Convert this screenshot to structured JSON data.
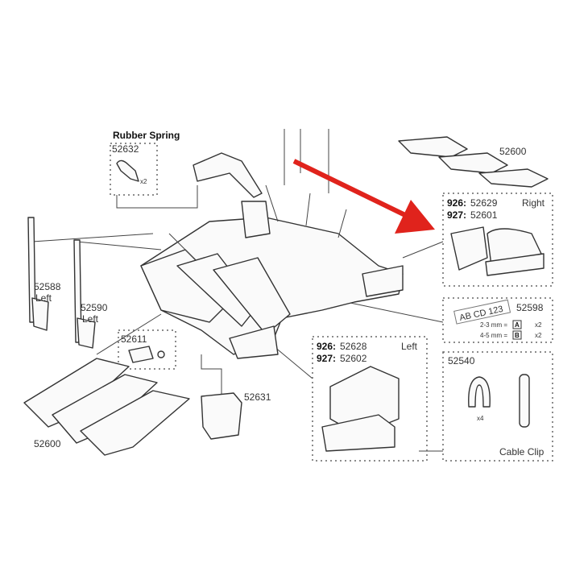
{
  "rubber_spring": {
    "title": "Rubber Spring",
    "part": "52632",
    "qty": "x2"
  },
  "top_right_part": "52600",
  "right_box": {
    "line1_key": "926:",
    "line1_val": "52629",
    "line2_key": "927:",
    "line2_val": "52601",
    "side": "Right"
  },
  "plate_box": {
    "part": "52598",
    "plate_text": "AB CD 123",
    "row1": "2-3 mm =",
    "row1_key": "A",
    "row1_qty": "x2",
    "row2": "4-5 mm =",
    "row2_key": "B",
    "row2_qty": "x2"
  },
  "clip_box": {
    "part": "52540",
    "qty": "x4",
    "label": "Cable Clip"
  },
  "left_arm1": {
    "part": "52588",
    "side": "Left"
  },
  "left_arm2": {
    "part": "52590",
    "side": "Left"
  },
  "part_52611": "52611",
  "part_52631": "52631",
  "bottom_left_part": "52600",
  "left_box": {
    "line1_key": "926:",
    "line1_val": "52628",
    "line2_key": "927:",
    "line2_val": "52602",
    "side": "Left"
  },
  "colors": {
    "arrow": "#e0231c"
  }
}
